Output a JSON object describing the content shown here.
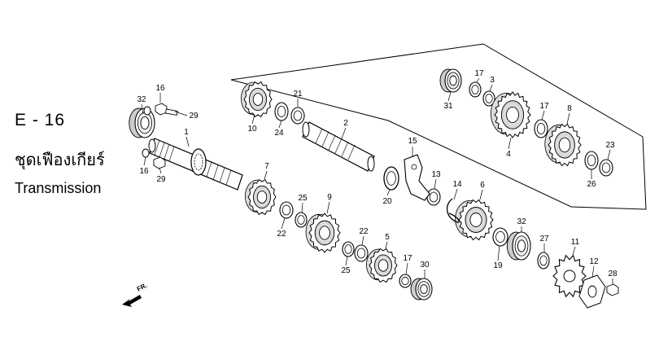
{
  "header": {
    "code": "E - 16",
    "title_thai": "ชุดเฟืองเกียร์",
    "title_english": "Transmission"
  },
  "direction_label": "FR.",
  "callouts": [
    "1",
    "2",
    "3",
    "4",
    "5",
    "6",
    "7",
    "8",
    "9",
    "10",
    "11",
    "12",
    "13",
    "14",
    "15",
    "16",
    "17",
    "19",
    "20",
    "21",
    "22",
    "23",
    "24",
    "25",
    "26",
    "27",
    "28",
    "29",
    "30",
    "31",
    "32"
  ]
}
